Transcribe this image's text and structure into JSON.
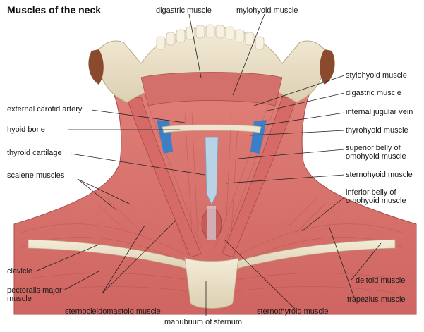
{
  "title": "Muscles of the neck",
  "labels": {
    "digastric_top": "digastric muscle",
    "mylohyoid": "mylohyoid muscle",
    "stylohyoid": "stylohyoid muscle",
    "digastric_right": "digastric muscle",
    "internal_jugular": "internal jugular vein",
    "thyrohyoid": "thyrohyoid muscle",
    "superior_belly_1": "superior belly of",
    "superior_belly_2": "omohyoid muscle",
    "sternohyoid": "sternohyoid muscle",
    "inferior_belly_1": "inferior belly of",
    "inferior_belly_2": "omohyoid muscle",
    "deltoid": "deltoid muscle",
    "trapezius": "trapezius muscle",
    "sternothyroid": "sternothyroid muscle",
    "manubrium": "manubrium of sternum",
    "sternocleidomastoid": "sternocleidomastoid muscle",
    "pectoralis_1": "pectoralis major",
    "pectoralis_2": "muscle",
    "clavicle": "clavicle",
    "scalene": "scalene muscles",
    "thyroid_cartilage": "thyroid cartilage",
    "hyoid_bone": "hyoid bone",
    "external_carotid": "external carotid artery"
  },
  "colors": {
    "muscle": "#d9726e",
    "muscle_dark": "#b8514f",
    "muscle_light": "#e89a92",
    "bone": "#ece3cf",
    "bone_shadow": "#cfc2a4",
    "vein": "#3d7fc4",
    "cartilage": "#b9d3e6",
    "skin_edge": "#8a4a2e",
    "leader": "#222222"
  }
}
